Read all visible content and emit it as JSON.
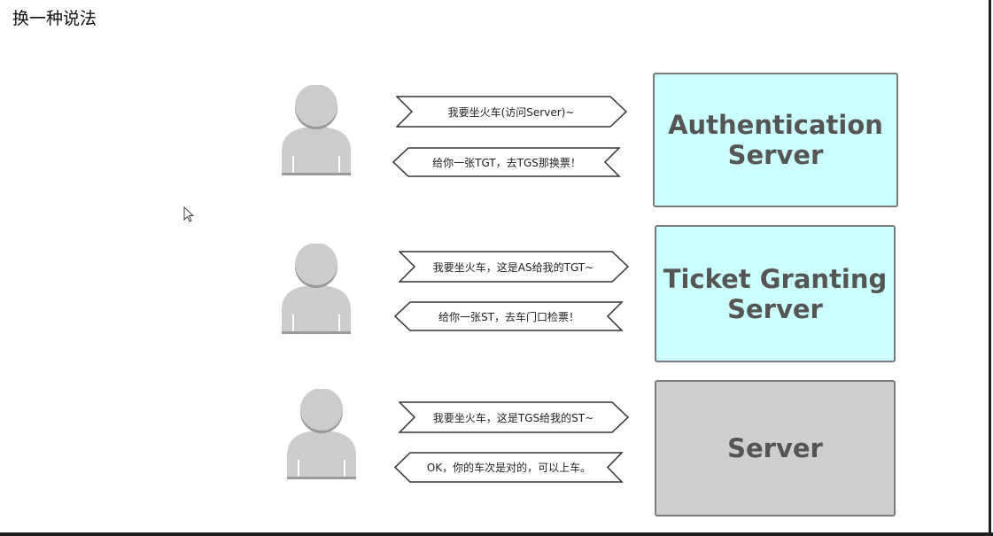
{
  "page": {
    "title": "换一种说法"
  },
  "rows": [
    {
      "request": "我要坐火车(访问Server)~",
      "response": "给你一张TGT，去TGS那换票！",
      "server_lines": [
        "Authentication",
        "Server"
      ]
    },
    {
      "request": "我要坐火车，这是AS给我的TGT~",
      "response": "给你一张ST，去车门口检票！",
      "server_lines": [
        "Ticket Granting",
        "Server"
      ]
    },
    {
      "request": "我要坐火车，这是TGS给我的ST~",
      "response": "OK，你的车次是对的，可以上车。",
      "server_lines": [
        "Server"
      ]
    }
  ],
  "colors": {
    "as_box": "#ccffff",
    "tgs_box": "#ccffff",
    "server_box": "#cfcfcf",
    "person": "#cccccc"
  }
}
